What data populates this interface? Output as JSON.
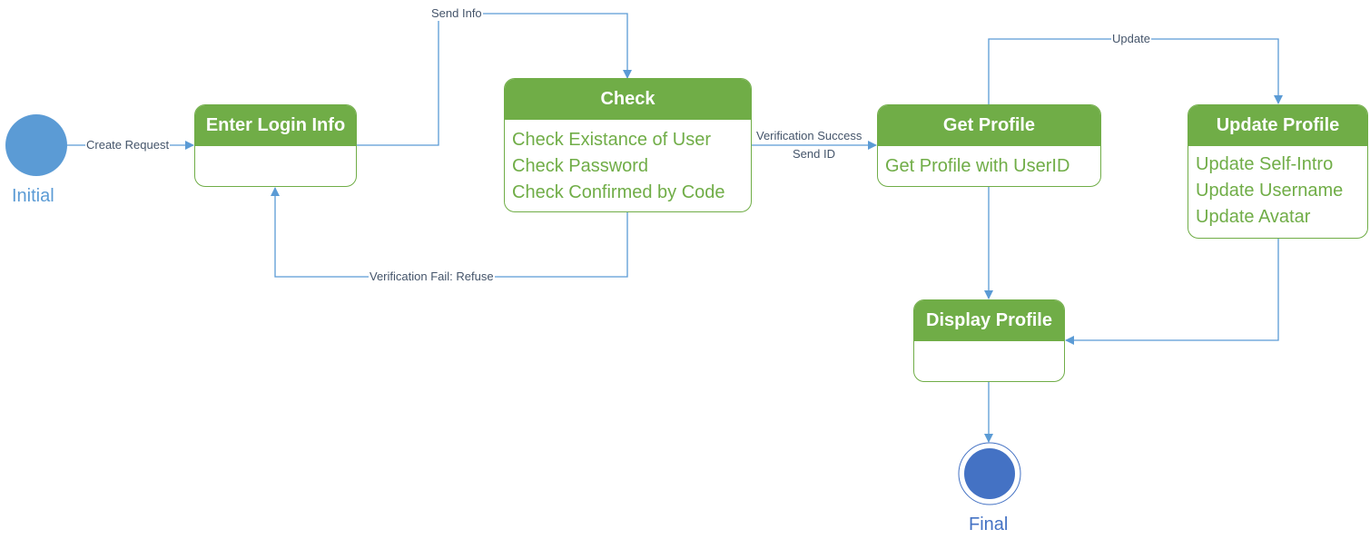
{
  "colors": {
    "state_green": "#70ad47",
    "edge_blue": "#5b9bd5",
    "label_text": "#44546a",
    "initial_fill": "#5b9bd5",
    "final_fill": "#4472c4"
  },
  "pseudo_states": {
    "initial": {
      "label": "Initial"
    },
    "final": {
      "label": "Final"
    }
  },
  "states": {
    "enter_login_info": {
      "title": "Enter Login Info",
      "lines": []
    },
    "check": {
      "title": "Check",
      "lines": [
        "Check Existance of User",
        "Check Password",
        "Check Confirmed by Code"
      ]
    },
    "get_profile": {
      "title": "Get Profile",
      "lines": [
        "Get Profile with UserID"
      ]
    },
    "update_profile": {
      "title": "Update Profile",
      "lines": [
        "Update Self-Intro",
        "Update Username",
        "Update Avatar"
      ]
    },
    "display_profile": {
      "title": "Display Profile",
      "lines": []
    }
  },
  "transitions": {
    "create_request": {
      "label": "Create Request"
    },
    "send_info": {
      "label": "Send Info"
    },
    "verification_fail": {
      "label": "Verification Fail: Refuse"
    },
    "verification_success": {
      "label": "Verification Success",
      "label2": "Send ID"
    },
    "update": {
      "label": "Update"
    }
  }
}
